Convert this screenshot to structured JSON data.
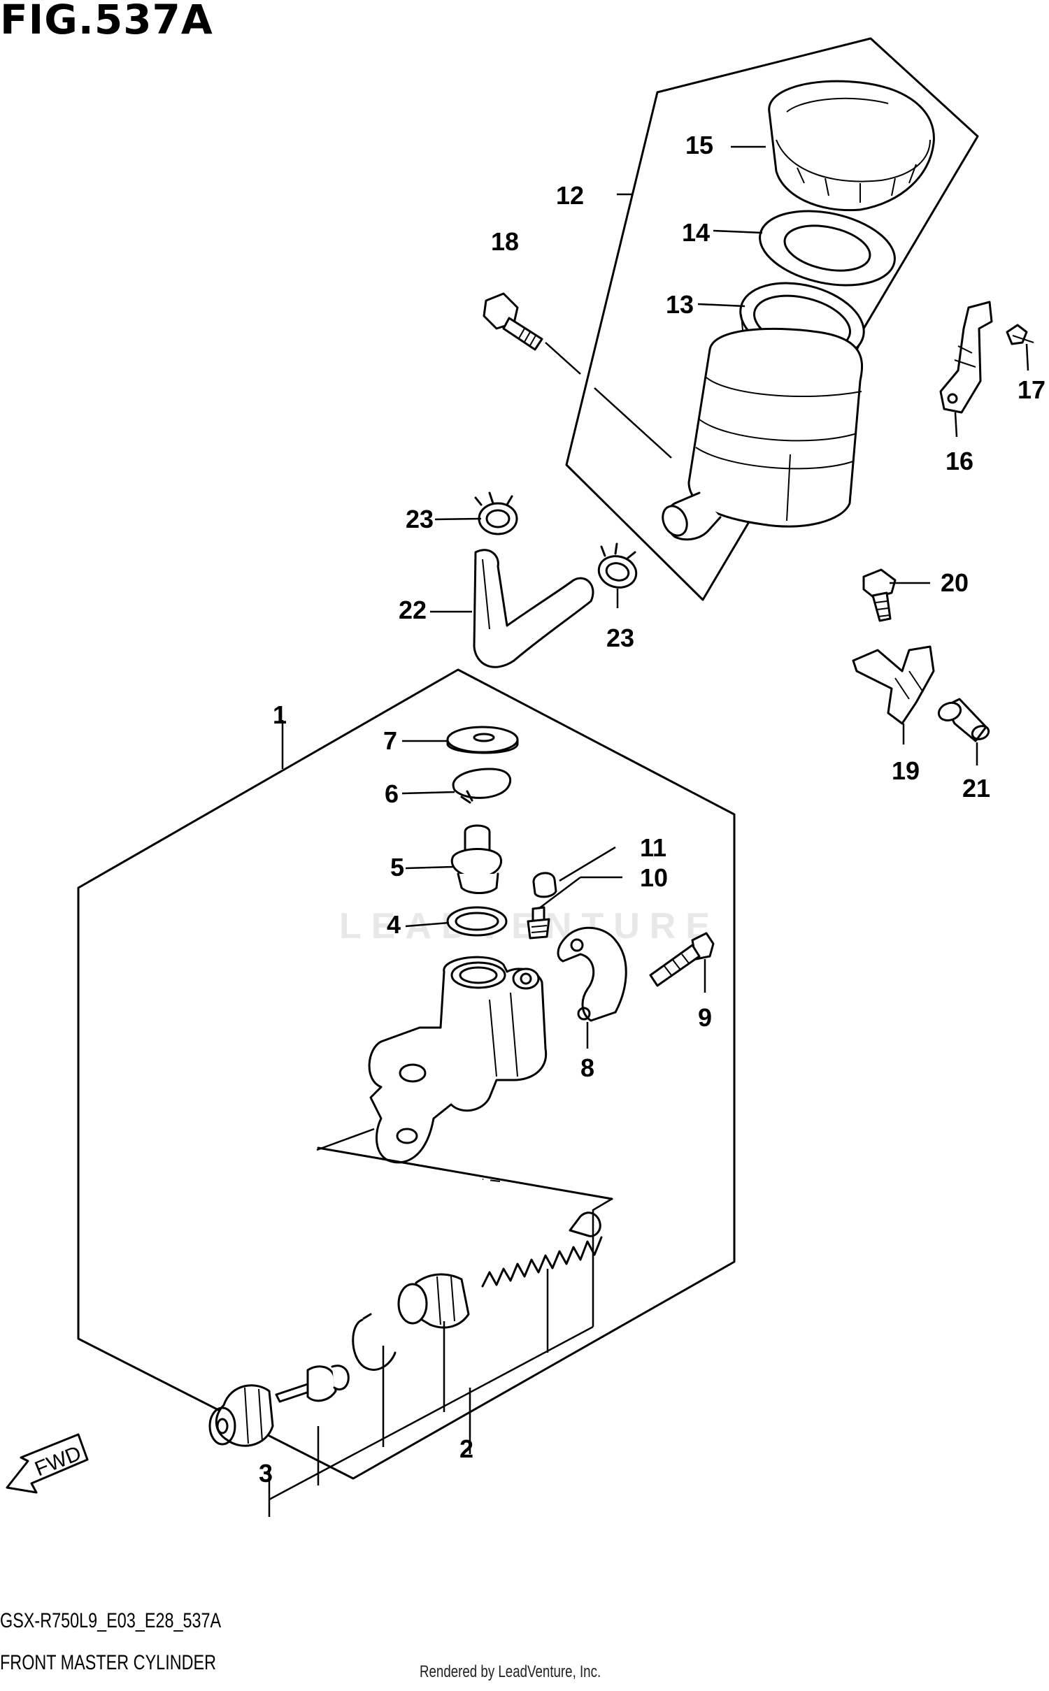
{
  "figure": {
    "title": "FIG.537A",
    "model_code": "GSX-R750L9_E03_E28_537A",
    "name": "FRONT MASTER CYLINDER",
    "rendered_by": "Rendered by LeadVenture, Inc.",
    "watermark": "LEADVENTURE",
    "fwd_label": "FWD"
  },
  "callouts": [
    "1",
    "2",
    "3",
    "4",
    "5",
    "6",
    "7",
    "8",
    "9",
    "10",
    "11",
    "12",
    "13",
    "14",
    "15",
    "16",
    "17",
    "18",
    "19",
    "20",
    "21",
    "22",
    "23",
    "23"
  ]
}
